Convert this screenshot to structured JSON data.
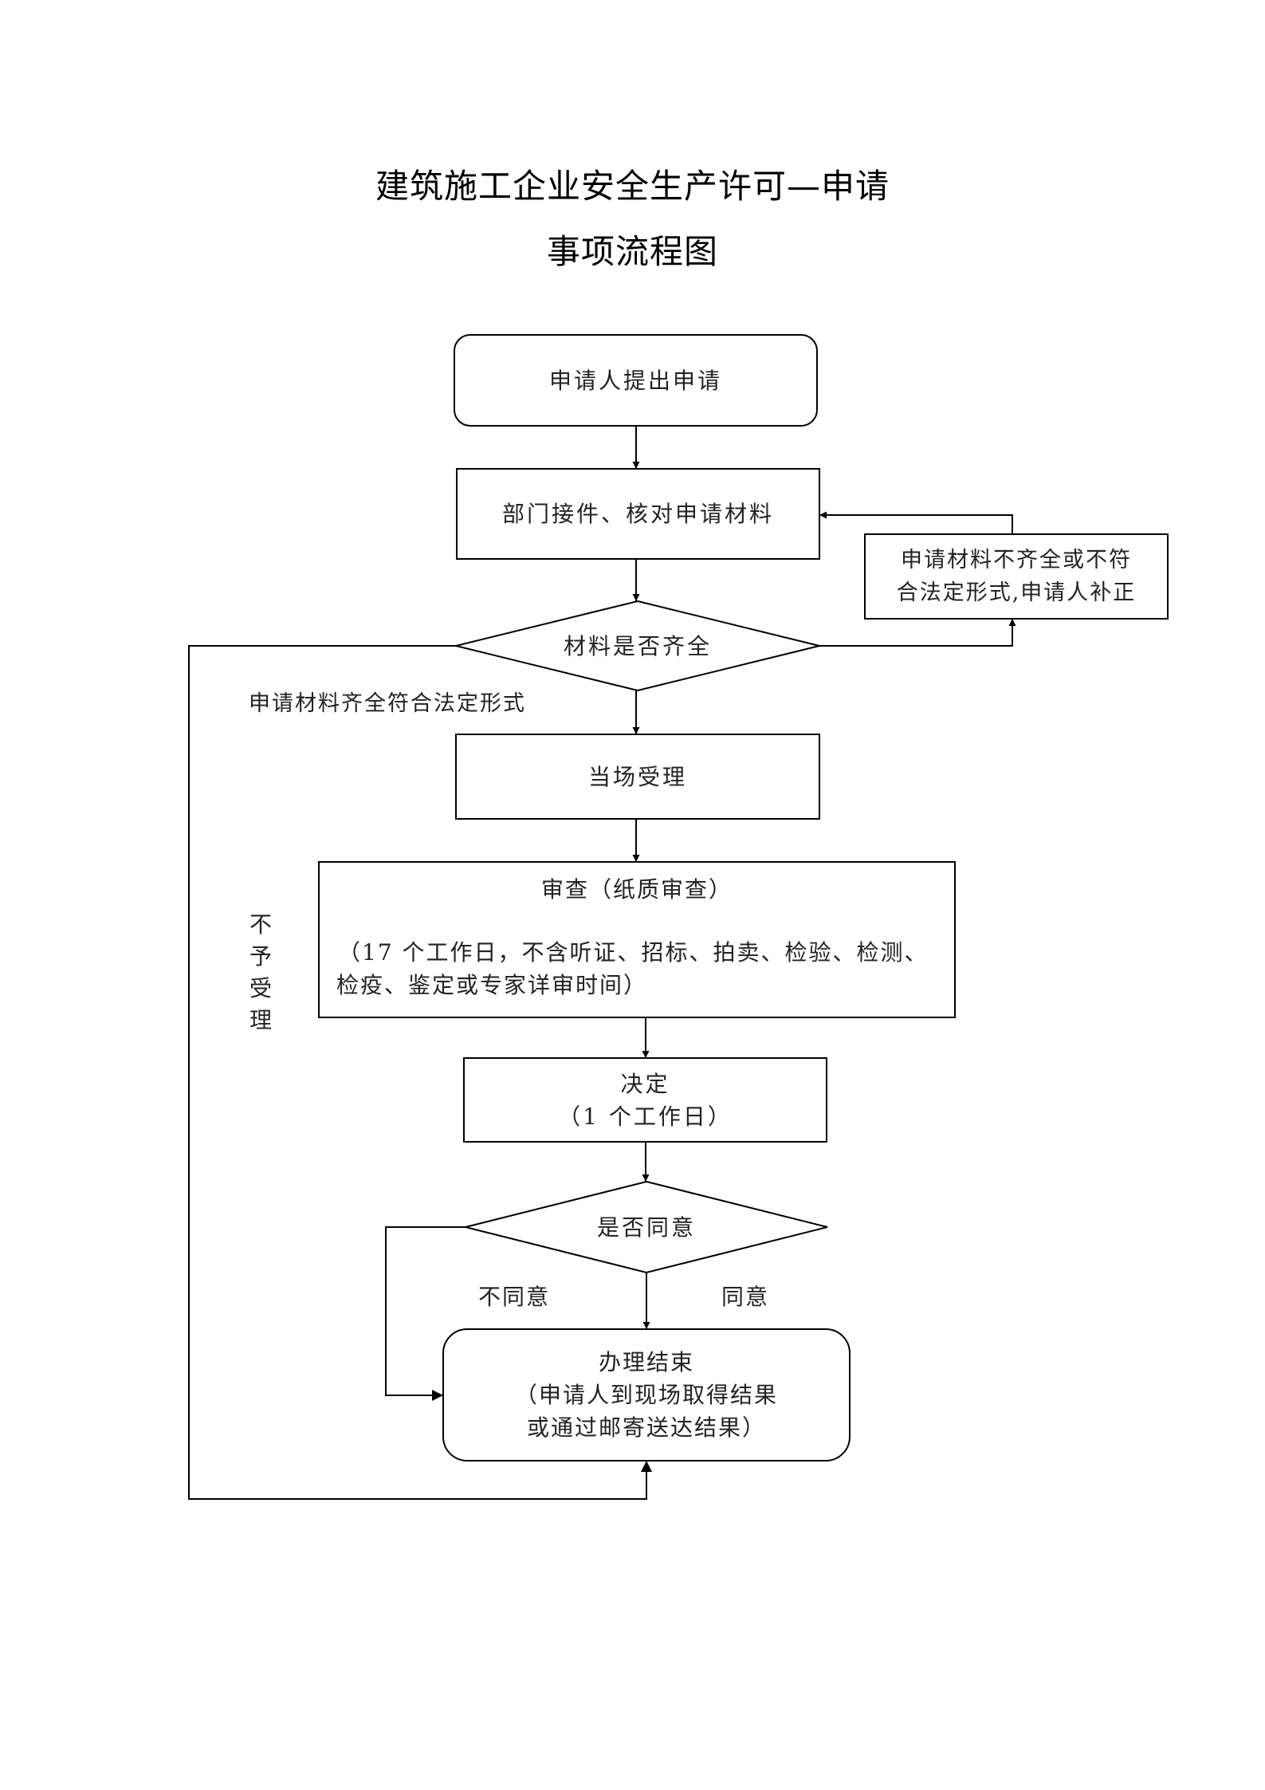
{
  "title": {
    "line1": "建筑施工企业安全生产许可—申请",
    "line2": "事项流程图"
  },
  "nodes": {
    "apply": {
      "text": "申请人提出申请"
    },
    "receive": {
      "text": "部门接件、核对申请材料"
    },
    "supplement": {
      "line1": "申请材料不齐全或不符",
      "line2": "合法定形式,申请人补正"
    },
    "check_complete": {
      "text": "材料是否齐全"
    },
    "accept": {
      "text": "当场受理"
    },
    "review": {
      "line1": "审查（纸质审查）",
      "line2": "（17 个工作日，不含听证、招标、拍卖、检验、检测、",
      "line3": "检疫、鉴定或专家详审时间）"
    },
    "decision": {
      "line1": "决定",
      "line2": "（1 个工作日）"
    },
    "agree_check": {
      "text": "是否同意"
    },
    "finish": {
      "line1": "办理结束",
      "line2": "（申请人到现场取得结果",
      "line3": "或通过邮寄送达结果）"
    }
  },
  "edge_labels": {
    "complete": "申请材料齐全符合法定形式",
    "not_accepted": [
      "不",
      "予",
      "受",
      "理"
    ],
    "disagree": "不同意",
    "agree": "同意"
  },
  "colors": {
    "stroke": "#000000",
    "text": "#222222",
    "background": "#ffffff"
  }
}
